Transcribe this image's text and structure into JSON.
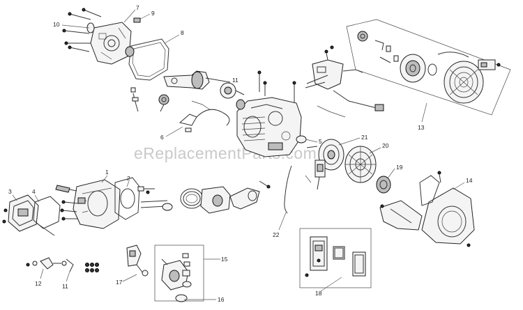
{
  "watermark": "eReplacementParts.com",
  "callouts": {
    "c1": "1",
    "c2": "2",
    "c3": "3",
    "c4": "4",
    "c5": "5",
    "c6": "6",
    "c7": "7",
    "c8": "8",
    "c9": "9",
    "c10": "10",
    "c11": "11",
    "c12": "12",
    "c13": "13",
    "c14": "14",
    "c15": "15",
    "c16": "16",
    "c17": "17",
    "c18": "18",
    "c19": "19",
    "c20": "20",
    "c21": "21",
    "c22": "22"
  }
}
